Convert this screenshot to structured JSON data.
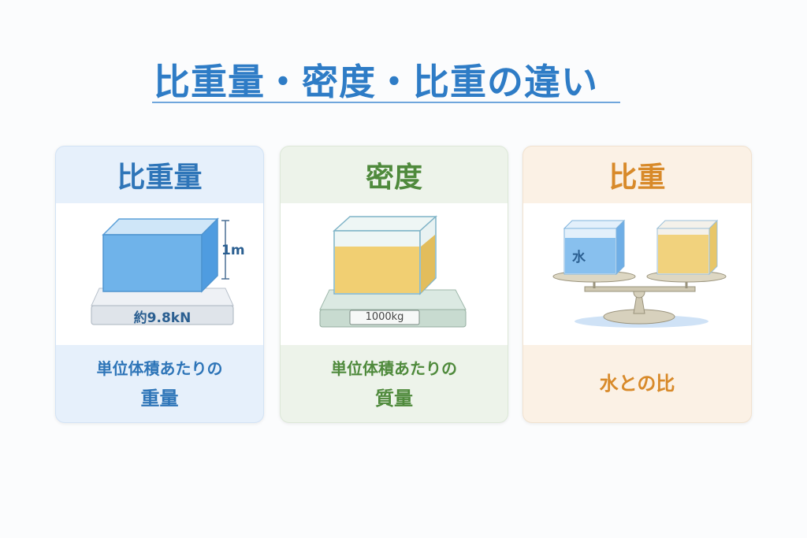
{
  "title": "比重量・密度・比重の違い",
  "cards": [
    {
      "heading": "比重量",
      "label_height": "1m",
      "scale_reading": "約9.8kN",
      "desc_line1": "単位体積あたりの",
      "desc_line2": "重量",
      "color": "#2e75b8"
    },
    {
      "heading": "密度",
      "scale_reading": "1000kg",
      "desc_line1": "単位体積あたりの",
      "desc_line2": "質量",
      "color": "#4f8a3c"
    },
    {
      "heading": "比重",
      "cube_label": "水",
      "desc_line1": "水との比",
      "color": "#d88a2a"
    }
  ]
}
